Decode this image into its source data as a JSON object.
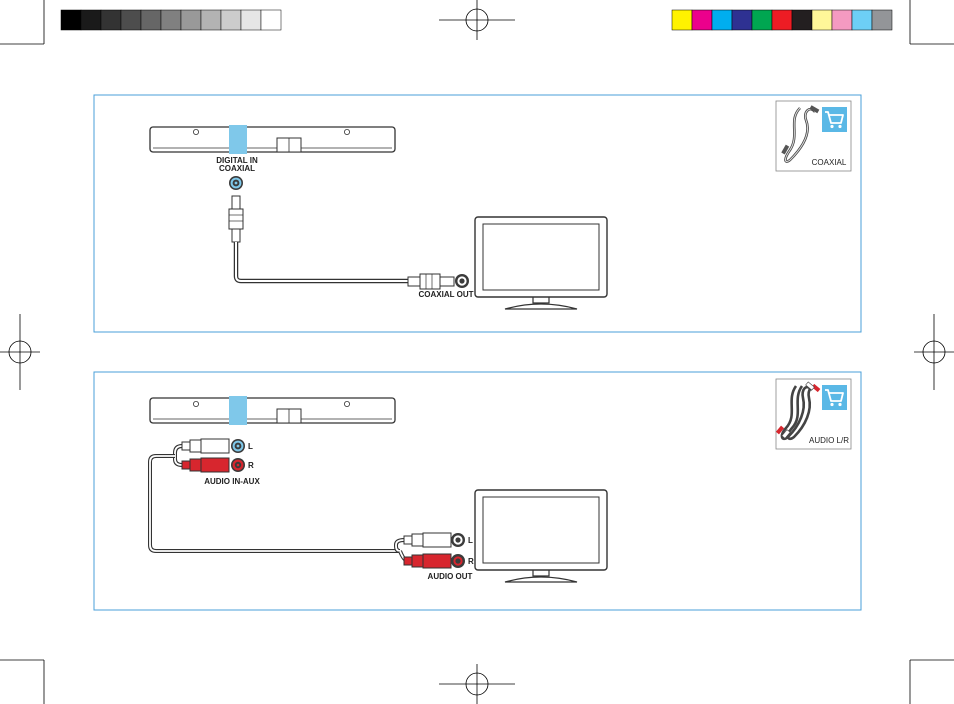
{
  "colors": {
    "panel_border": "#4a9fd8",
    "highlight": "#7fc8ea",
    "cart_bg": "#5ab8e6",
    "red_plug": "#d7262e",
    "grayscale_bar": [
      "#000000",
      "#1a1a1a",
      "#333333",
      "#4d4d4d",
      "#666666",
      "#808080",
      "#999999",
      "#b3b3b3",
      "#cccccc",
      "#e6e6e6",
      "#ffffff"
    ],
    "color_bar": [
      "#fff200",
      "#ec008c",
      "#00aeef",
      "#2e3192",
      "#00a651",
      "#ed1c24",
      "#231f20",
      "#fff799",
      "#f49ac1",
      "#6dcff6",
      "#939598"
    ]
  },
  "panel_coaxial": {
    "soundbar_input_label_line1": "DIGITAL IN",
    "soundbar_input_label_line2": "COAXIAL",
    "tv_output_label": "COAXIAL OUT",
    "cable_caption": "COAXIAL",
    "cable_icon": "shopping-cart-icon"
  },
  "panel_audio": {
    "soundbar_input_label": "AUDIO IN-AUX",
    "tv_output_label": "AUDIO OUT",
    "left_channel": "L",
    "right_channel": "R",
    "cable_caption": "AUDIO L/R",
    "cable_icon": "shopping-cart-icon"
  }
}
